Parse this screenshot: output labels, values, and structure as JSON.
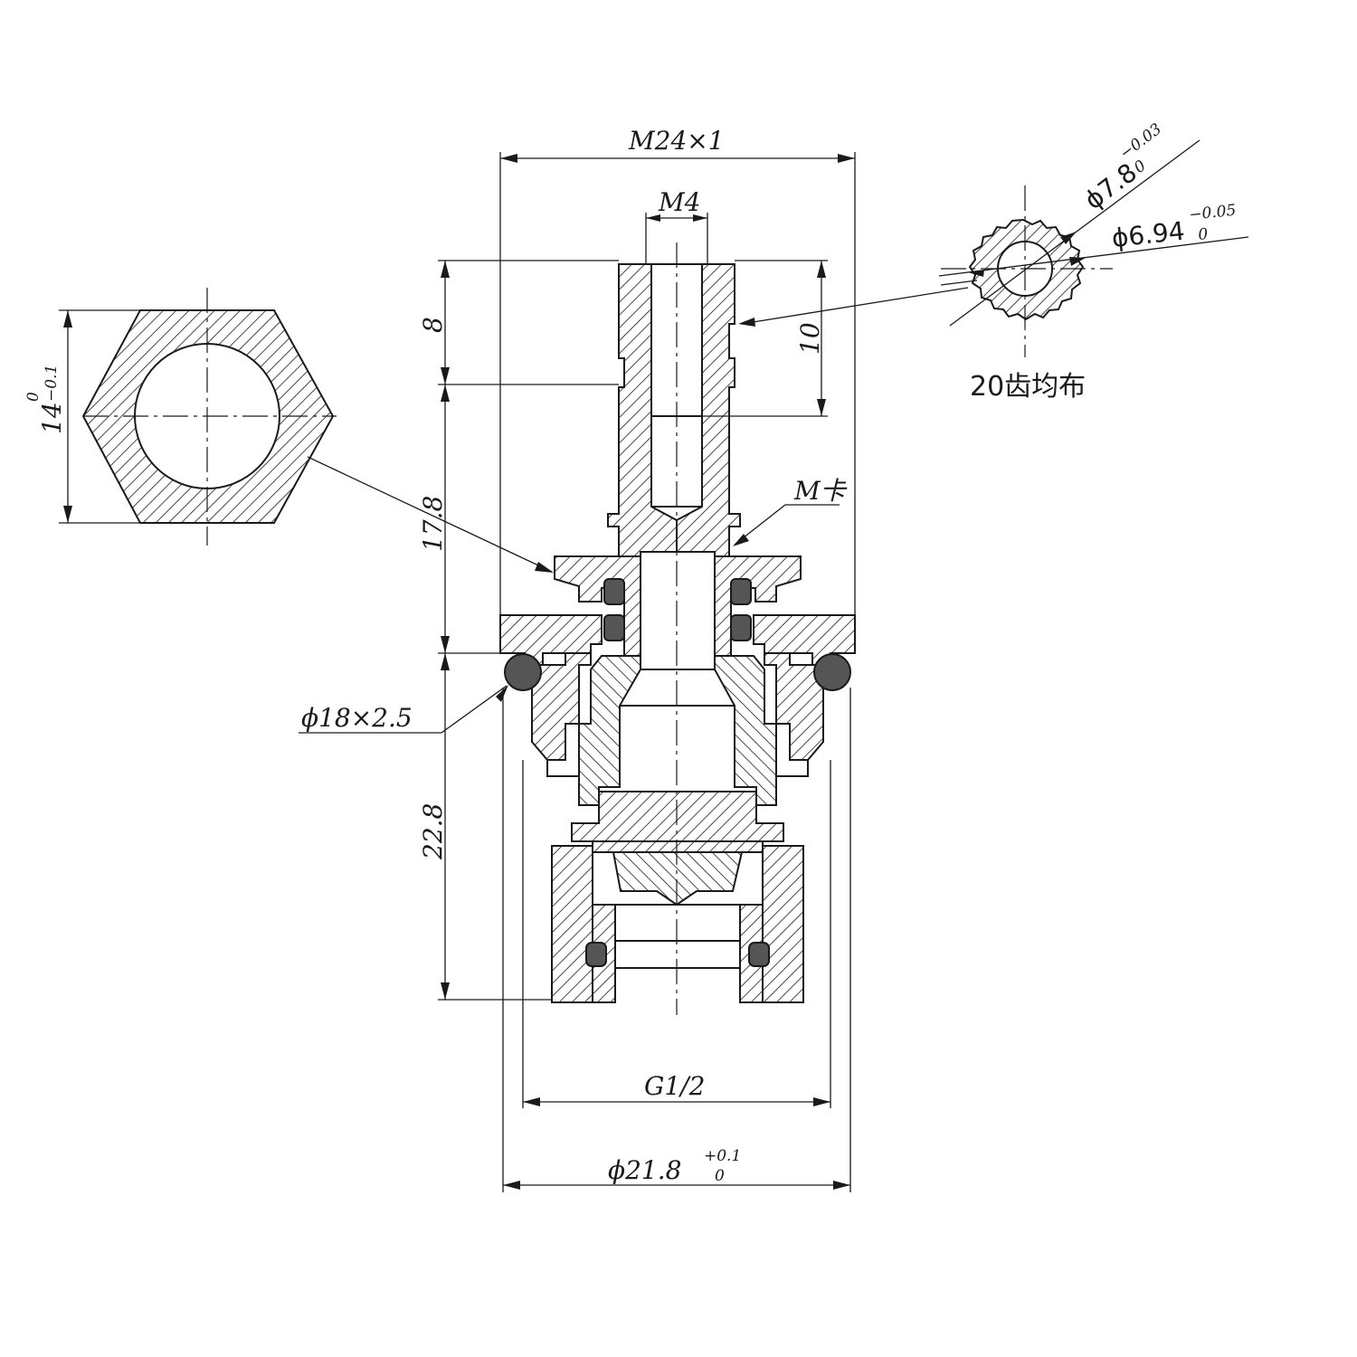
{
  "drawing": {
    "dims": {
      "m24": "M24×1",
      "m4": "M4",
      "d8": "8",
      "d10": "10",
      "d178": "17.8",
      "d228": "22.8",
      "hex_main": "14",
      "hex_upper": "0",
      "hex_lower": "−0.1",
      "mk": "M卡",
      "oring": "ϕ18×2.5",
      "g12": "G1/2",
      "d218_main": "ϕ21.8",
      "d218_upper": "+0.1",
      "d218_lower": "0",
      "d78_main": "ϕ7.8",
      "d78_upper": "−0.03",
      "d78_lower": "0",
      "d694_main": "ϕ6.94",
      "d694_upper": "−0.05",
      "d694_lower": "0",
      "teeth": "20齿均布"
    }
  }
}
